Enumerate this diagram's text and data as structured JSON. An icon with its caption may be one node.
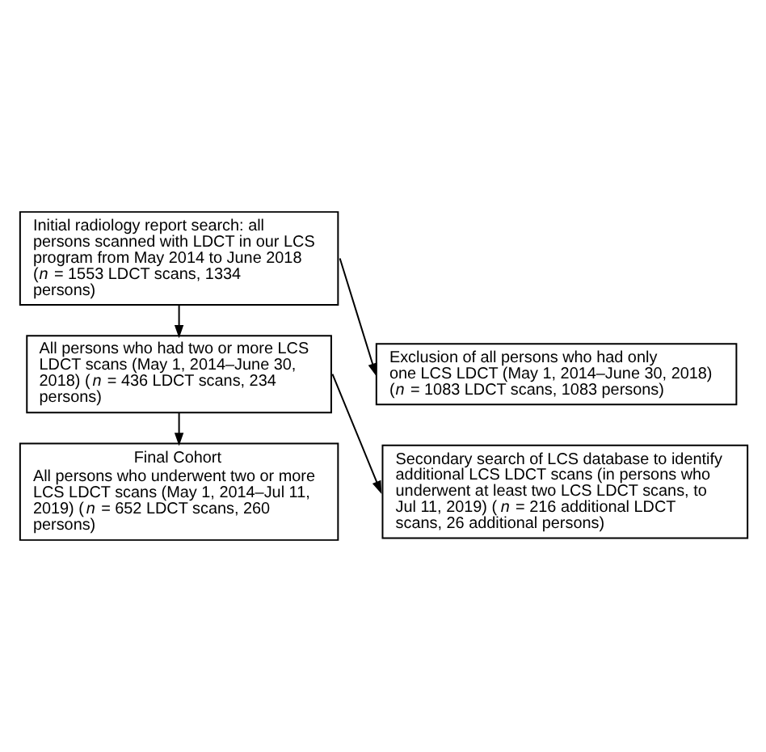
{
  "diagram": {
    "nodes": [
      {
        "text": [
          "Initial radiology report search: all persons scanned with LDCT in our LCS program from May 2014 to June 2018 (*n* = 1553 LDCT scans, 1334 persons)"
        ]
      },
      {
        "text": [
          "Exclusion of all persons who had only one LCS LDCT (May 1, 2014–June 30, 2018) (*n* = 1083 LDCT scans, 1083 persons)"
        ]
      },
      {
        "text": [
          "All persons who had two or more LCS LDCT scans (May 1, 2014–June 30, 2018) (*n* = 436 LDCT scans, 234 persons)"
        ]
      },
      {
        "text": [
          "Secondary search of LCS database to identify additional LCS LDCT scans (in persons who underwent at least two LCS LDCT scans, to Jul 11, 2019) (*n* = 216 additional LDCT scans, 26 additional persons)"
        ]
      },
      {
        "text": [
          "Final Cohort",
          "All persons who underwent two or more LCS LDCT scans (May 1, 2014–Jul 11, 2019) (*n* = 652 LDCT scans, 260 persons)"
        ]
      }
    ],
    "edges": [
      {
        "from": 0,
        "to": 1,
        "arrow": "to"
      },
      {
        "from": 0,
        "to": 2,
        "arrow": "to"
      },
      {
        "from": 2,
        "to": 3,
        "arrow": "to"
      },
      {
        "from": 2,
        "to": 4,
        "arrow": "to"
      }
    ]
  }
}
